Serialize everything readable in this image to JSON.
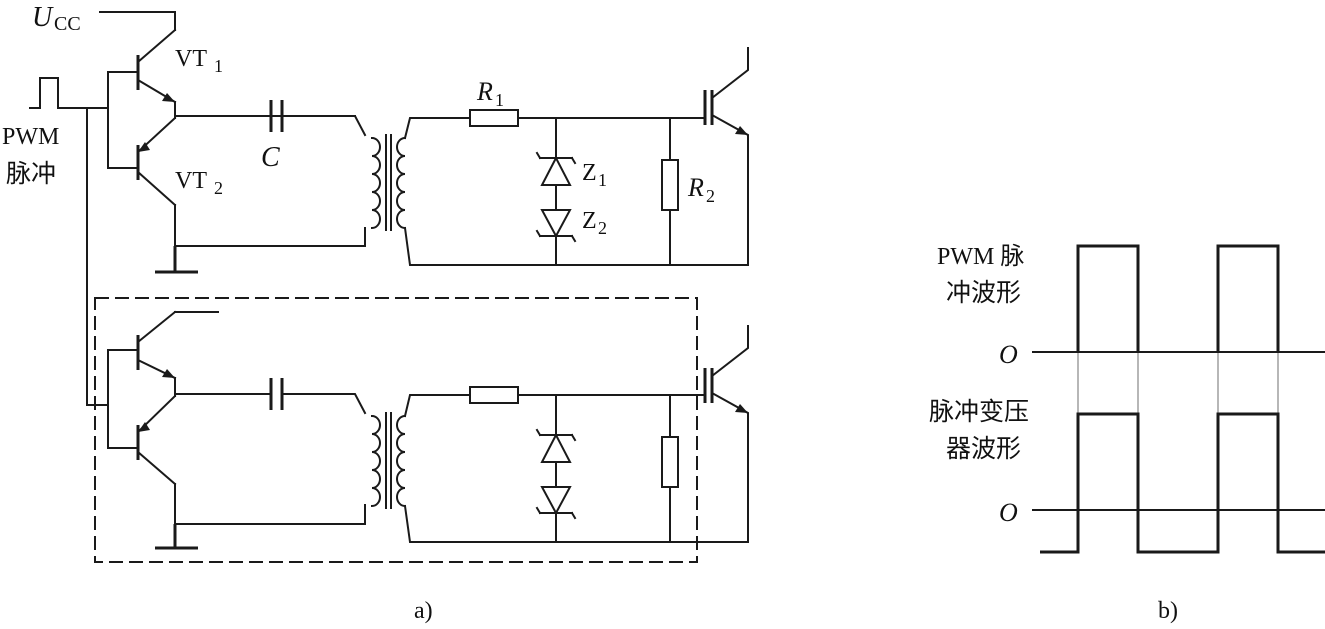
{
  "labels": {
    "ucc_main": "U",
    "ucc_sub": "CC",
    "vt1_main": "VT",
    "vt1_sub": "1",
    "vt2_main": "VT",
    "vt2_sub": "2",
    "pwm_in_line1": "PWM",
    "pwm_in_line2": "脉冲",
    "cap": "C",
    "r1_main": "R",
    "r1_sub": "1",
    "r2_main": "R",
    "r2_sub": "2",
    "z1_main": "Z",
    "z1_sub": "1",
    "z2_main": "Z",
    "z2_sub": "2",
    "pwm_wave_line1": "PWM 脉",
    "pwm_wave_line2": "冲波形",
    "xfmr_wave_line1": "脉冲变压",
    "xfmr_wave_line2": "器波形",
    "origin_top": "O",
    "origin_bottom": "O",
    "caption_a": "a)",
    "caption_b": "b)"
  }
}
